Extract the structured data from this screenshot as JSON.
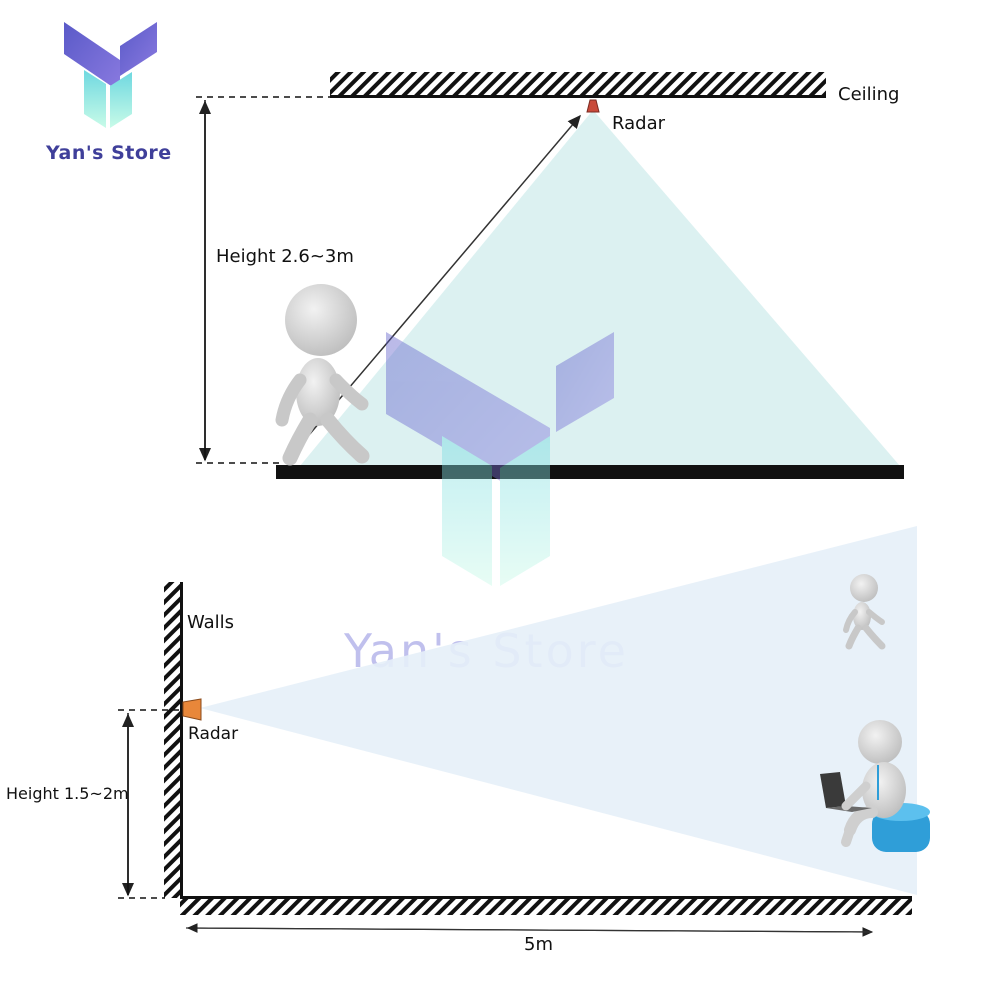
{
  "brand": {
    "name": "Yan's Store",
    "logo_icon": "y-logo-icon",
    "watermark_icon": "y-watermark-icon",
    "colors": {
      "purple": "#6b6bd6",
      "mint": "#9ef0e0",
      "text": "#3f3f9a"
    }
  },
  "ceiling_mount": {
    "ceiling_label": "Ceiling",
    "radar_label": "Radar",
    "height_label": "Height 2.6~3m",
    "radar_color": "#c94a3a",
    "beam_color": "#d6efee"
  },
  "wall_mount": {
    "walls_label": "Walls",
    "radar_label": "Radar",
    "height_label": "Height 1.5~2m",
    "distance_label": "5m",
    "radar_color": "#e8873a",
    "beam_color": "#e6eff8"
  }
}
